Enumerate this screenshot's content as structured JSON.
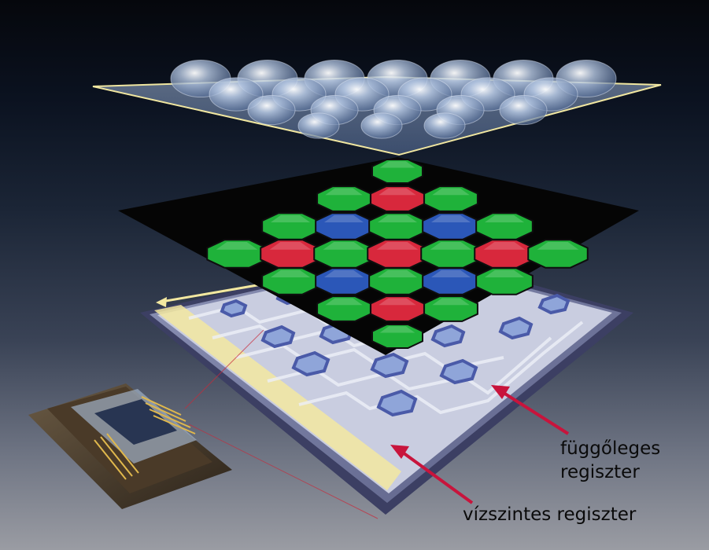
{
  "labels": {
    "vertical_register_line1": "függőleges",
    "vertical_register_line2": "regiszter",
    "horizontal_register": "vízszintes regiszter"
  },
  "colors": {
    "background_top": "#05070c",
    "background_bottom": "#9a9ca3",
    "pixel_green": "#1fb23a",
    "pixel_red": "#d8283c",
    "pixel_blue": "#2b57b8",
    "arrow": "#c8143c",
    "register_highlight": "#f3e8a0"
  },
  "filter_mosaic": {
    "rows": [
      [
        "green"
      ],
      [
        "green",
        "red",
        "green"
      ],
      [
        "green",
        "blue",
        "green",
        "blue",
        "green"
      ],
      [
        "green",
        "red",
        "green",
        "red",
        "green",
        "red",
        "green"
      ],
      [
        "green",
        "blue",
        "green",
        "blue",
        "green"
      ],
      [
        "green",
        "red",
        "green"
      ],
      [
        "green"
      ]
    ]
  }
}
